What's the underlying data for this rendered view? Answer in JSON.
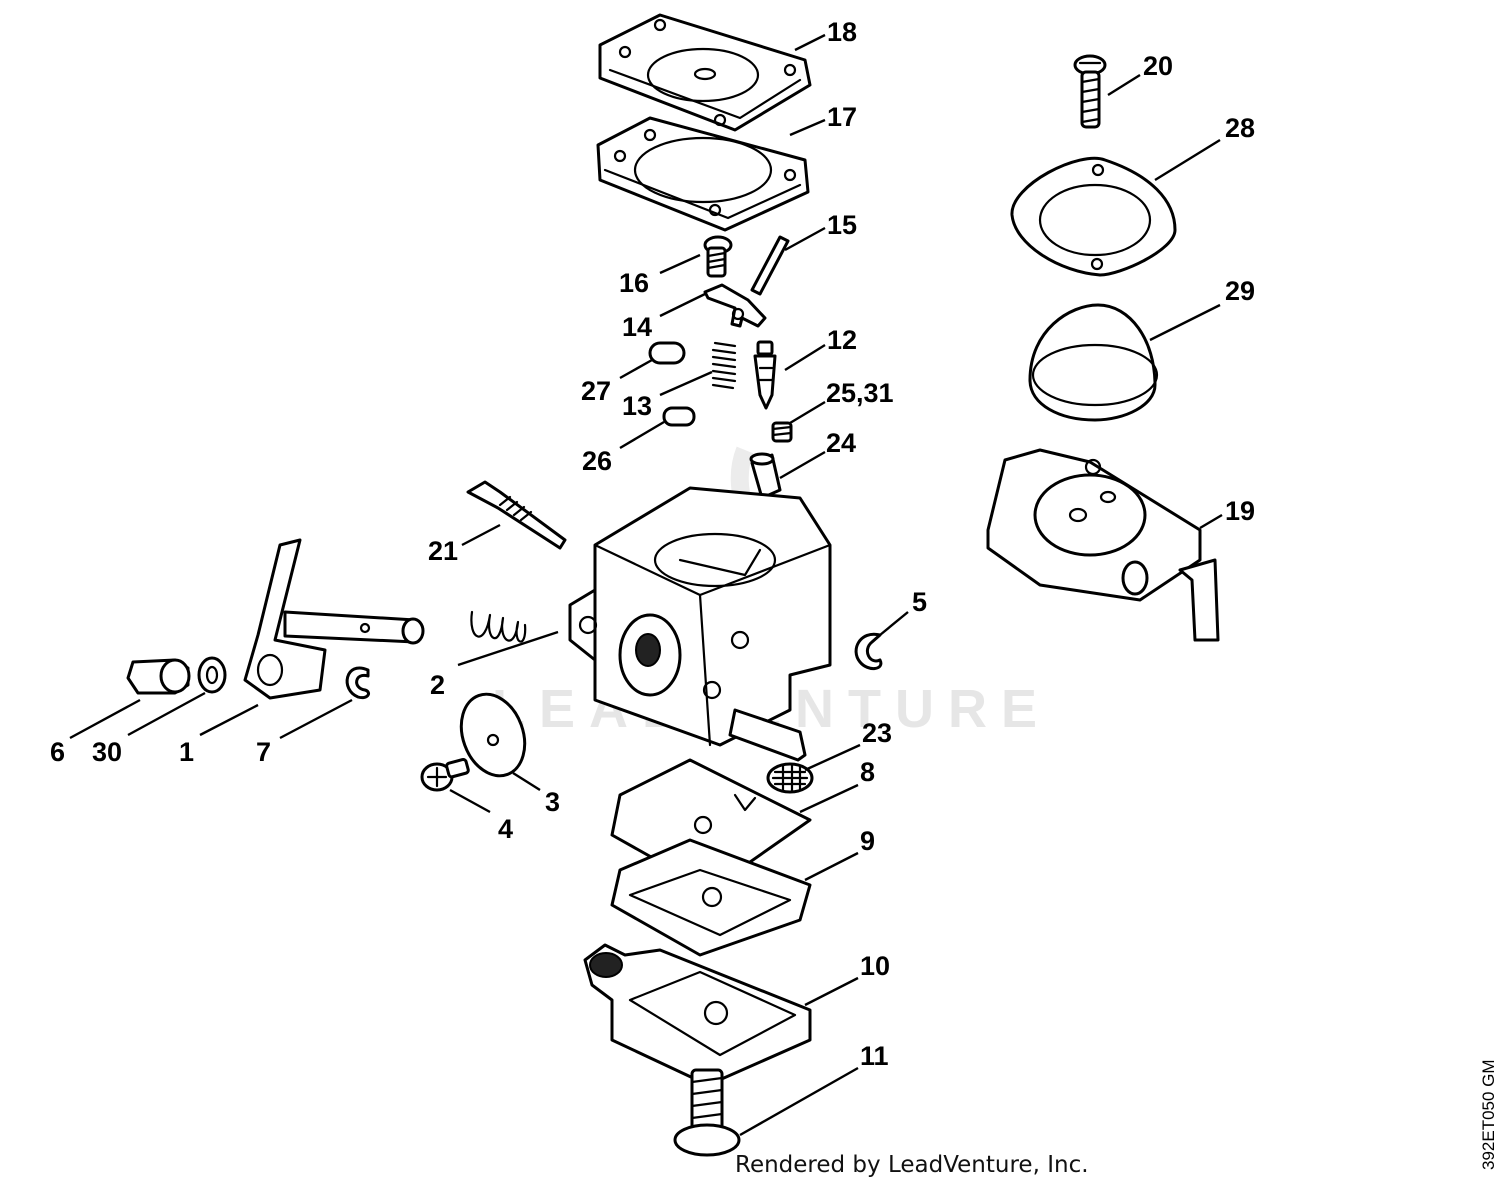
{
  "diagram": {
    "callouts": [
      {
        "id": "c18",
        "label": "18"
      },
      {
        "id": "c17",
        "label": "17"
      },
      {
        "id": "c15",
        "label": "15"
      },
      {
        "id": "c16",
        "label": "16"
      },
      {
        "id": "c14",
        "label": "14"
      },
      {
        "id": "c12",
        "label": "12"
      },
      {
        "id": "c27",
        "label": "27"
      },
      {
        "id": "c13",
        "label": "13"
      },
      {
        "id": "c2531",
        "label": "25,31"
      },
      {
        "id": "c26",
        "label": "26"
      },
      {
        "id": "c24",
        "label": "24"
      },
      {
        "id": "c21",
        "label": "21"
      },
      {
        "id": "c20",
        "label": "20"
      },
      {
        "id": "c28",
        "label": "28"
      },
      {
        "id": "c29",
        "label": "29"
      },
      {
        "id": "c19",
        "label": "19"
      },
      {
        "id": "c5",
        "label": "5"
      },
      {
        "id": "c2",
        "label": "2"
      },
      {
        "id": "c6",
        "label": "6"
      },
      {
        "id": "c30",
        "label": "30"
      },
      {
        "id": "c1",
        "label": "1"
      },
      {
        "id": "c7",
        "label": "7"
      },
      {
        "id": "c3",
        "label": "3"
      },
      {
        "id": "c4",
        "label": "4"
      },
      {
        "id": "c23",
        "label": "23"
      },
      {
        "id": "c8",
        "label": "8"
      },
      {
        "id": "c9",
        "label": "9"
      },
      {
        "id": "c10",
        "label": "10"
      },
      {
        "id": "c11",
        "label": "11"
      }
    ]
  },
  "watermark": "LEADVENTURE",
  "footer": "Rendered by LeadVenture, Inc.",
  "drawing_code": "392ET050 GM"
}
